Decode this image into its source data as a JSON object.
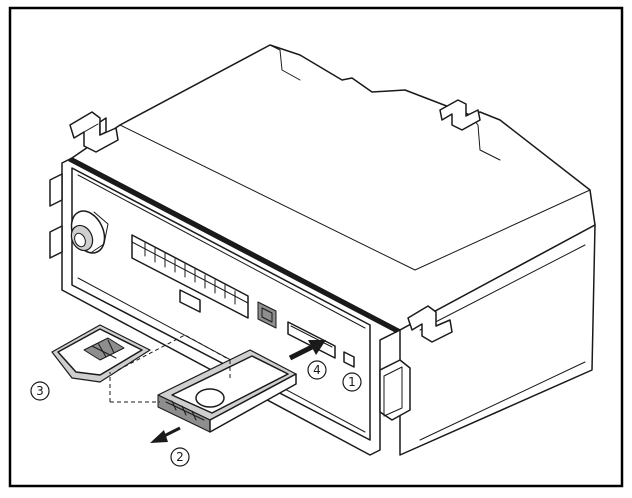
{
  "callouts": {
    "c1": "1",
    "c2": "2",
    "c3": "3",
    "c4": "4"
  },
  "colors": {
    "line": "#1a1a1a",
    "frame": "#000000",
    "background": "#ffffff"
  }
}
